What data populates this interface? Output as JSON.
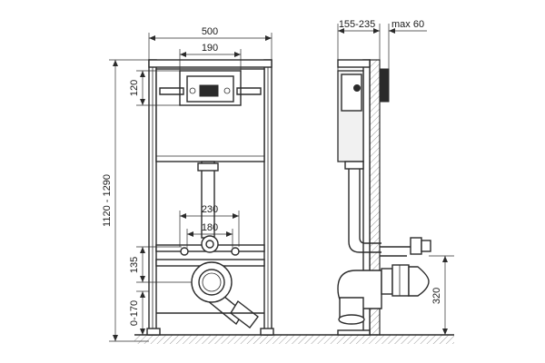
{
  "front_view": {
    "dim_width": "500",
    "dim_plate_width": "190",
    "dim_plate_height": "120",
    "dim_total_height": "1120 - 1290",
    "dim_studs_outer": "230",
    "dim_studs_inner": "180",
    "dim_drain_height": "135",
    "dim_leg_adjust": "0-170"
  },
  "side_view": {
    "dim_depth": "155-235",
    "dim_max": "max 60",
    "dim_outlet_height": "320"
  },
  "colors": {
    "line": "#2b2b2b",
    "floor_hatch": "#cfcfcf",
    "panel_fill": "#f1f1f1"
  }
}
